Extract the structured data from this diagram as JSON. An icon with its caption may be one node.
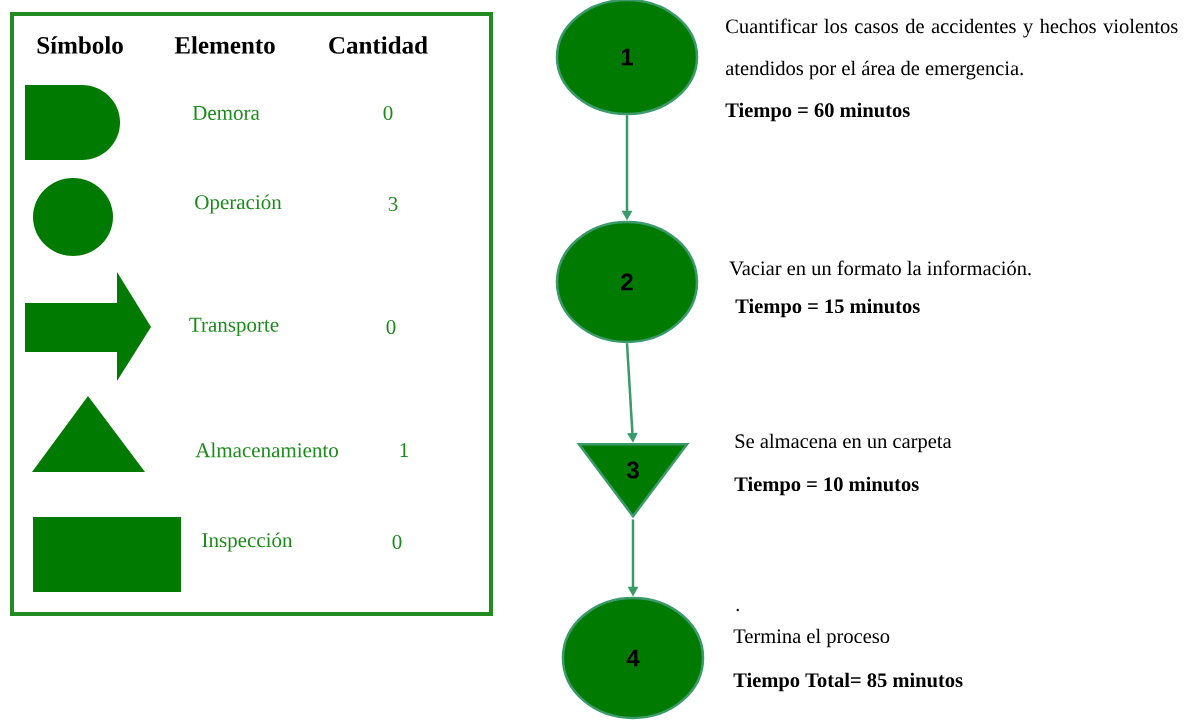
{
  "diagram": {
    "nodes": [
      {
        "text": [
          "1"
        ],
        "beside": [
          "Cuantificar los casos de accidentes y hechos violentos atendidos por el área de emergencia.",
          "Tiempo = 60 minutos"
        ]
      },
      {
        "text": [
          "2"
        ],
        "beside": [
          "Vaciar en un formato la información.",
          "Tiempo = 15 minutos"
        ]
      },
      {
        "text": [
          "3"
        ],
        "beside": [
          "Se almacena en un carpeta",
          "Tiempo = 10 minutos"
        ]
      },
      {
        "text": [
          "4"
        ],
        "beside": [
          ".",
          "Termina el proceso",
          "Tiempo Total= 85 minutos"
        ]
      },
      {
        "text": [],
        "shape": "d-shape"
      },
      {
        "text": [],
        "shape": "circle"
      },
      {
        "text": [],
        "shape": "arrow"
      },
      {
        "text": [],
        "shape": "triangle"
      },
      {
        "text": [],
        "shape": "box"
      }
    ],
    "edges": [
      {
        "from": 0,
        "to": 1,
        "arrow": "to"
      },
      {
        "from": 1,
        "to": 2,
        "arrow": "to"
      },
      {
        "from": 2,
        "to": 3,
        "arrow": "to"
      }
    ],
    "labels": [
      "Símbolo",
      "Elemento",
      "Cantidad",
      "Demora",
      "0",
      "Operación",
      "3",
      "Transporte",
      "0",
      "Almacenamiento",
      "1",
      "Inspección",
      "0"
    ]
  }
}
